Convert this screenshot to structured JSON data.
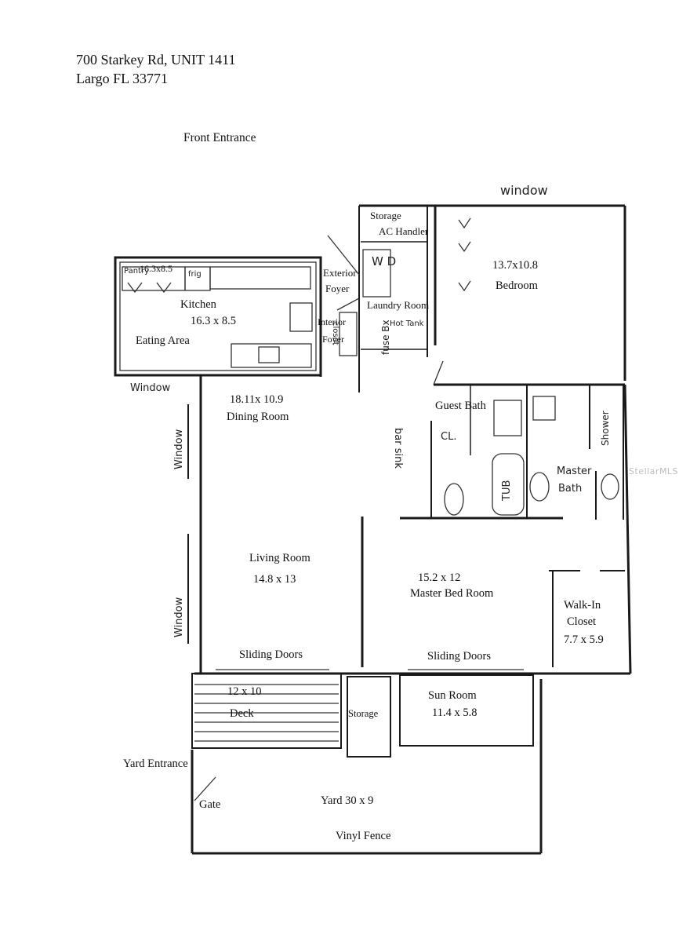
{
  "address": {
    "line1": "700 Starkey Rd, UNIT 1411",
    "line2": "Largo FL 33771"
  },
  "labels": {
    "front_entrance": "Front Entrance",
    "window_top": "window",
    "storage_top": "Storage",
    "ac_handler": "AC Handler",
    "exterior": "Exterior",
    "foyer1": "Foyer",
    "interior": "Interior",
    "foyer2": "Foyer",
    "laundry": "Laundry Room",
    "wd": "W D",
    "hot_tank": "Hot Tank",
    "closet_v": "closet",
    "fuse_box": "fuse Bx",
    "pantry": "Pantry",
    "frig": "frig",
    "kitchen_small_dim": "16.3x8.5",
    "kitchen": "Kitchen",
    "kitchen_dim": "16.3 x 8.5",
    "eating_area": "Eating Area",
    "bedroom_dim": "13.7x10.8",
    "bedroom": "Bedroom",
    "window_left_top": "Window",
    "window_left_mid": "Window",
    "window_left_low": "Window",
    "dining_dim": "18.11x 10.9",
    "dining": "Dining Room",
    "guest_bath": "Guest Bath",
    "bar_sink": "bar sink",
    "cl": "CL.",
    "tub": "TUB",
    "shower": "Shower",
    "master_bath_1": "Master",
    "master_bath_2": "Bath",
    "living": "Living Room",
    "living_dim": "14.8 x 13",
    "master_dim": "15.2 x 12",
    "master": "Master Bed Room",
    "walkin_1": "Walk-In",
    "walkin_2": "Closet",
    "walkin_dim": "7.7 x 5.9",
    "sliding_left": "Sliding Doors",
    "sliding_right": "Sliding Doors",
    "deck_dim": "12 x 10",
    "deck": "Deck",
    "storage_bottom": "Storage",
    "sun_room": "Sun Room",
    "sun_dim": "11.4 x 5.8",
    "yard_entrance": "Yard Entrance",
    "gate": "Gate",
    "yard": "Yard  30 x 9",
    "vinyl_fence": "Vinyl Fence",
    "watermark": "StellarMLS"
  }
}
